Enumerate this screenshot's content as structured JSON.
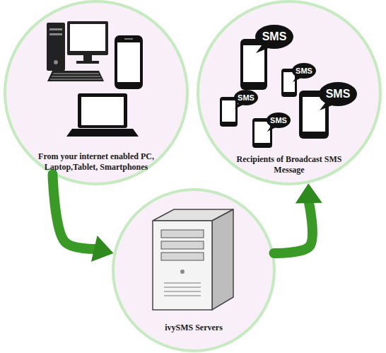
{
  "diagram": {
    "nodes": [
      {
        "text": [
          "From your internet enabled PC, Laptop,Tablet, Smartphones"
        ]
      },
      {
        "text": [
          "Recipients of Broadcast SMS Message"
        ]
      },
      {
        "text": [
          "ivySMS Servers"
        ]
      }
    ],
    "edges": [
      {
        "from": 0,
        "to": 2,
        "arrow": "to"
      },
      {
        "from": 2,
        "to": 1,
        "arrow": "to"
      }
    ],
    "labels": [
      "SMS",
      "SMS",
      "SMS",
      "SMS",
      "SMS"
    ]
  }
}
